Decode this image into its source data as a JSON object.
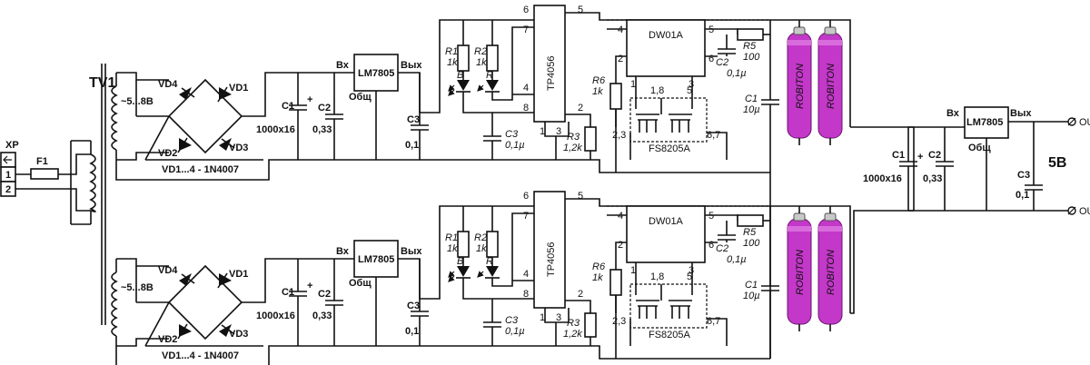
{
  "connector": {
    "name": "XP",
    "pin1": "1",
    "pin2": "2"
  },
  "fuse": "F1",
  "transformer": {
    "name": "TV1",
    "voltage": "~5...8В"
  },
  "bridge": {
    "d1": "VD1",
    "d2": "VD2",
    "d3": "VD3",
    "d4": "VD4",
    "part": "VD1...4 - 1N4007"
  },
  "input_caps": {
    "c1": "C1",
    "c1_val": "1000x16",
    "c2": "C2",
    "c2_val": "0,33"
  },
  "regulator": {
    "part": "LM7805",
    "in": "Вх",
    "out": "Вых",
    "gnd": "Общ"
  },
  "c3": {
    "name": "C3",
    "val": "0,1"
  },
  "charger": {
    "r1": "R1",
    "r1_val": "1k",
    "r2": "R2",
    "r2_val": "1k",
    "led_b": "B",
    "led_r": "R",
    "ic": "TP4056",
    "p6": "6",
    "p5": "5",
    "p7": "7",
    "p4": "4",
    "p8": "8",
    "p2": "2",
    "p1": "1",
    "p3": "3",
    "c3": "C3",
    "c3_val": "0,1µ",
    "r3": "R3",
    "r3_val": "1,2k"
  },
  "protection": {
    "ic": "DW01A",
    "p4": "4",
    "p5": "5",
    "p2": "2",
    "p6": "6",
    "p1": "1",
    "p3": "3",
    "r6": "R6",
    "r6_val": "1k",
    "r5": "R5",
    "r5_val": "100",
    "c2": "C2",
    "c2_val": "0,1µ",
    "c1": "C1",
    "c1_val": "10µ",
    "mosfet": "FS8205A",
    "m18": "1,8",
    "m5": "5",
    "m23": "2,3",
    "m67": "6,7"
  },
  "battery_text": "ROBITON",
  "output": {
    "c1": "C1",
    "c1_val": "1000x16",
    "c2": "C2",
    "c2_val": "0,33",
    "c3": "C3",
    "c3_val": "0,1",
    "plus": "OUT+",
    "minus": "OUT–",
    "voltage": "5В"
  },
  "colors": {
    "battery": "#c338c8",
    "battery_dark": "#8e1f93",
    "wire": "#111111"
  }
}
